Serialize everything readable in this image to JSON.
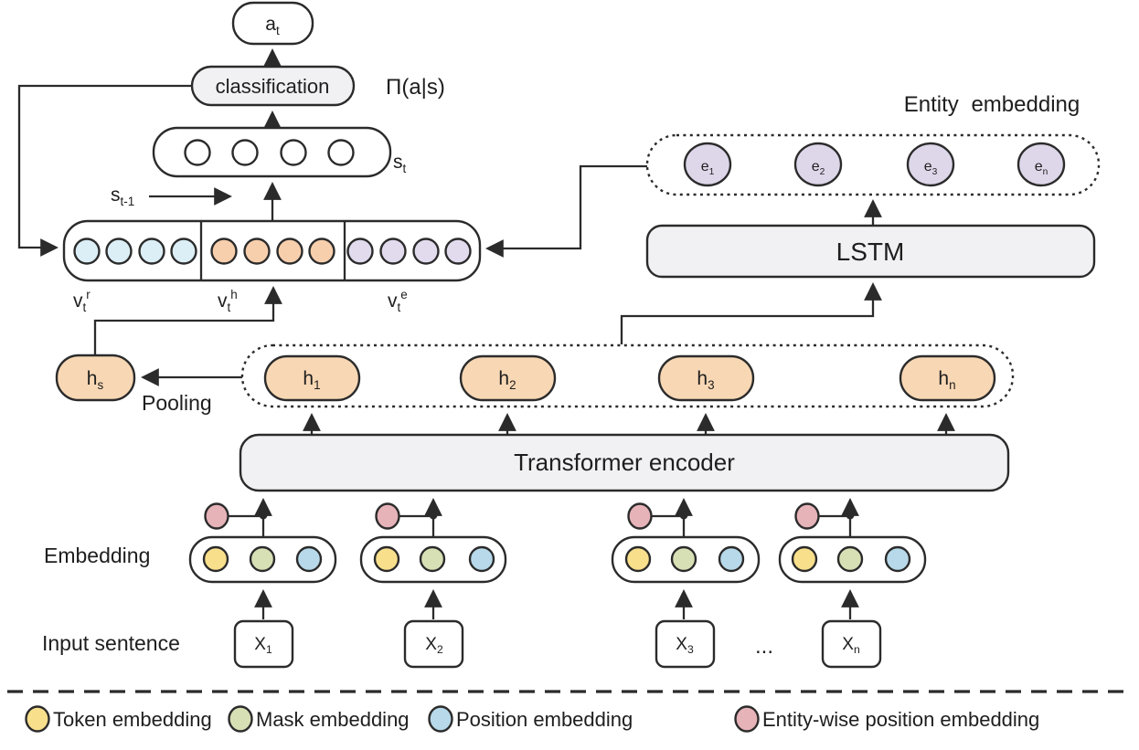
{
  "colors": {
    "line": "#2b2b2b",
    "panel": "#f1f1f3",
    "orange": "#f8d7b4",
    "orange_circle": "#f8cfad",
    "blue_circle": "#dceef6",
    "lavender": "#e2dbee",
    "entity_circle": "#ded7ea",
    "yellow": "#f8df8c",
    "green": "#d7e0b5",
    "sky": "#b7d9e9",
    "pink": "#e6b3b8"
  },
  "top": {
    "action": {
      "base": "a",
      "sub": "t"
    },
    "classification": "classification",
    "policy": "Π(a|s)",
    "state": {
      "base": "s",
      "sub": "t"
    },
    "prev_state": {
      "base": "s",
      "sub": "t-1"
    }
  },
  "state_vector": {
    "labels": [
      {
        "base": "v",
        "sub": "t",
        "sup": "r"
      },
      {
        "base": "v",
        "sub": "t",
        "sup": "h"
      },
      {
        "base": "v",
        "sub": "t",
        "sup": "e"
      }
    ]
  },
  "entity": {
    "title": "Entity embedding",
    "lstm": "LSTM",
    "cells": [
      {
        "base": "e",
        "sub": "1"
      },
      {
        "base": "e",
        "sub": "2"
      },
      {
        "base": "e",
        "sub": "3"
      },
      {
        "base": "e",
        "sub": "n"
      }
    ]
  },
  "hidden": {
    "pooling": "Pooling",
    "pooled": {
      "base": "h",
      "sub": "s"
    },
    "cells": [
      {
        "base": "h",
        "sub": "1"
      },
      {
        "base": "h",
        "sub": "2"
      },
      {
        "base": "h",
        "sub": "3"
      },
      {
        "base": "h",
        "sub": "n"
      }
    ]
  },
  "transformer": {
    "label": "Transformer encoder"
  },
  "embeddings": {
    "row_label": "Embedding",
    "input_label": "Input sentence",
    "ellipsis": "...",
    "inputs": [
      {
        "base": "X",
        "sub": "1"
      },
      {
        "base": "X",
        "sub": "2"
      },
      {
        "base": "X",
        "sub": "3"
      },
      {
        "base": "X",
        "sub": "n"
      }
    ]
  },
  "legend": {
    "items": [
      {
        "label": "Token embedding"
      },
      {
        "label": "Mask embedding"
      },
      {
        "label": "Position embedding"
      },
      {
        "label": "Entity-wise position embedding"
      }
    ]
  }
}
